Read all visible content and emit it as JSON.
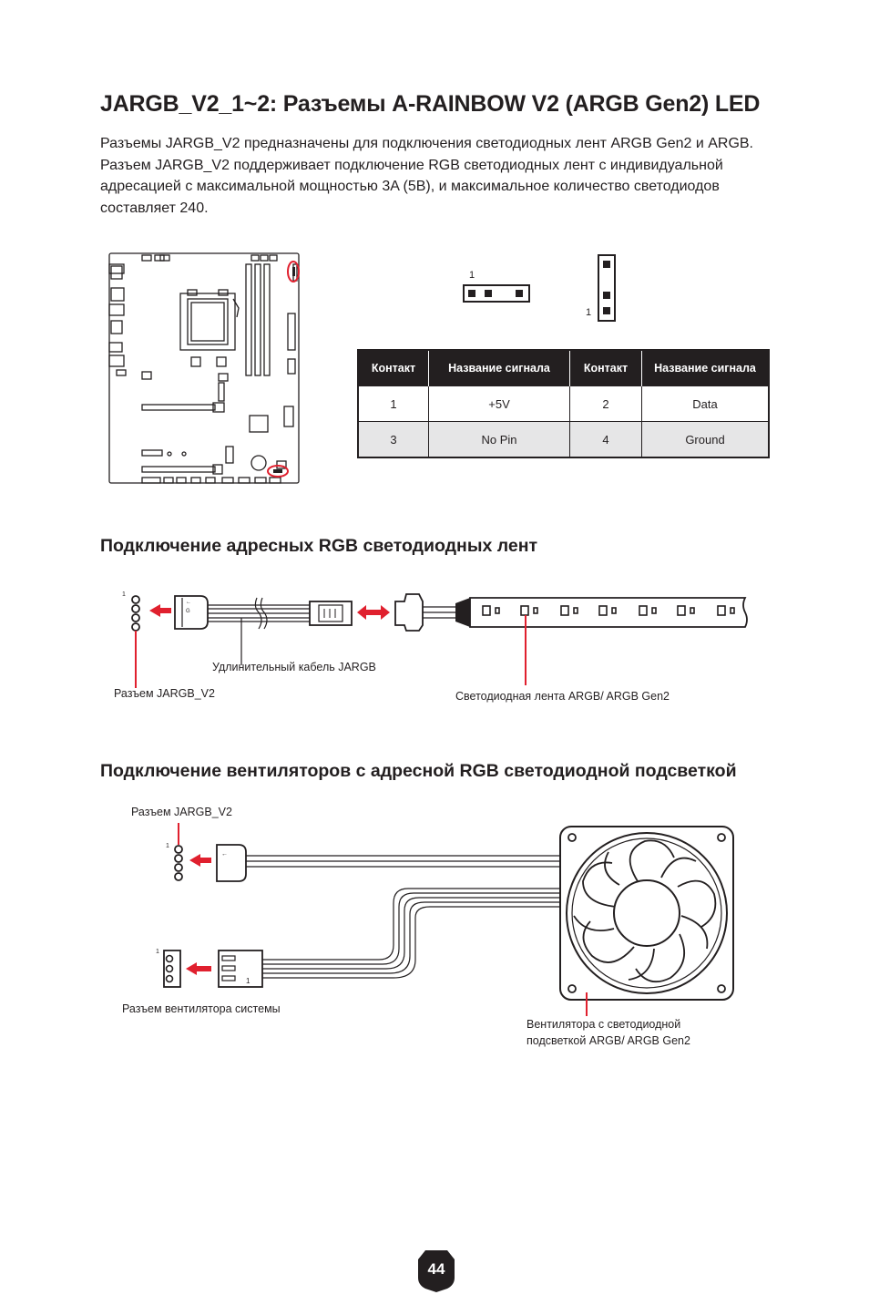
{
  "heading": "JARGB_V2_1~2: Разъемы A-RAINBOW V2 (ARGB Gen2) LED",
  "intro": "Разъемы JARGB_V2 предназначены для подключения светодиодных лент ARGB Gen2 и ARGB. Разъем JARGB_V2 поддерживает подключение RGB светодиодных лент с индивидуальной адресацией с максимальной мощностью 3A (5В), и максимальное количество светодиодов составляет 240.",
  "pin_markers": {
    "horizontal": "1",
    "vertical": "1"
  },
  "pin_table": {
    "headers": [
      "Контакт",
      "Название сигнала",
      "Контакт",
      "Название сигнала"
    ],
    "rows": [
      [
        "1",
        "+5V",
        "2",
        "Data"
      ],
      [
        "3",
        "No Pin",
        "4",
        "Ground"
      ]
    ]
  },
  "section_strip": {
    "title": "Подключение адресных RGB светодиодных лент",
    "cable_label": "Удлинительный кабель JARGB",
    "connector_label": "Разъем JARGB_V2",
    "strip_label": "Светодиодная лента ARGB/ ARGB Gen2",
    "pin_one": "1"
  },
  "section_fan": {
    "title": "Подключение вентиляторов с адресной RGB светодиодной подсветкой",
    "connector_label": "Разъем JARGB_V2",
    "fan_connector_label": "Разъем вентилятора системы",
    "fan_label_line1": "Вентилятора с светодиодной",
    "fan_label_line2": "подсветкой ARGB/ ARGB Gen2",
    "pin_one_argb": "1",
    "pin_one_fan": "1"
  },
  "page_number": "44",
  "colors": {
    "accent": "#e0202e",
    "ink": "#231f20",
    "table_alt": "#e6e6e7"
  }
}
